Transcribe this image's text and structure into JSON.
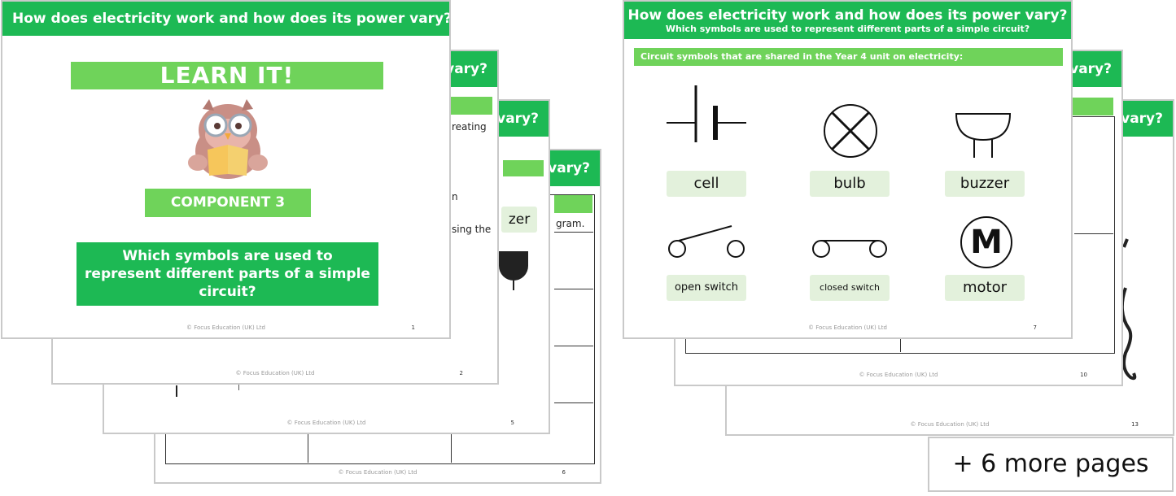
{
  "left_stack": {
    "front": {
      "title": "How does electricity work and how does its power vary?",
      "banner": "LEARN IT!",
      "component": "COMPONENT 3",
      "question": "Which symbols are used to represent different parts of a simple circuit?",
      "footer": "© Focus Education (UK) Ltd",
      "page": "1"
    },
    "back_pages": [
      {
        "page": "2",
        "footer": "© Focus Education (UK) Ltd",
        "title_tail": "vary?",
        "snippets": [
          "reating",
          "n",
          "sing the"
        ]
      },
      {
        "page": "5",
        "footer": "© Focus Education (UK) Ltd",
        "title_tail": "vary?",
        "snippets": [
          "zer"
        ]
      },
      {
        "page": "6",
        "footer": "© Focus Education (UK) Ltd",
        "title_tail": "vary?",
        "snippets": [
          "gram."
        ]
      }
    ]
  },
  "right_stack": {
    "front": {
      "title": "How does electricity work and how does its power vary?",
      "subtitle": "Which symbols are used to represent different parts of a simple circuit?",
      "bar": "Circuit symbols that are shared in the Year 4 unit on electricity:",
      "symbols": [
        "cell",
        "bulb",
        "buzzer",
        "open switch",
        "closed switch",
        "motor"
      ],
      "motor_letter": "M",
      "footer": "© Focus Education (UK) Ltd",
      "page": "7"
    },
    "back_pages": [
      {
        "page": "10",
        "footer": "© Focus Education (UK) Ltd",
        "title_tail": "vary?"
      },
      {
        "page": "13",
        "footer": "© Focus Education (UK) Ltd",
        "title_tail": "vary?"
      }
    ]
  },
  "more_pages": "+ 6 more pages",
  "colors": {
    "header_green": "#1db954",
    "bar_green": "#6fd35a",
    "label_bg": "#e3f1dc",
    "border": "#c9c9c9"
  }
}
